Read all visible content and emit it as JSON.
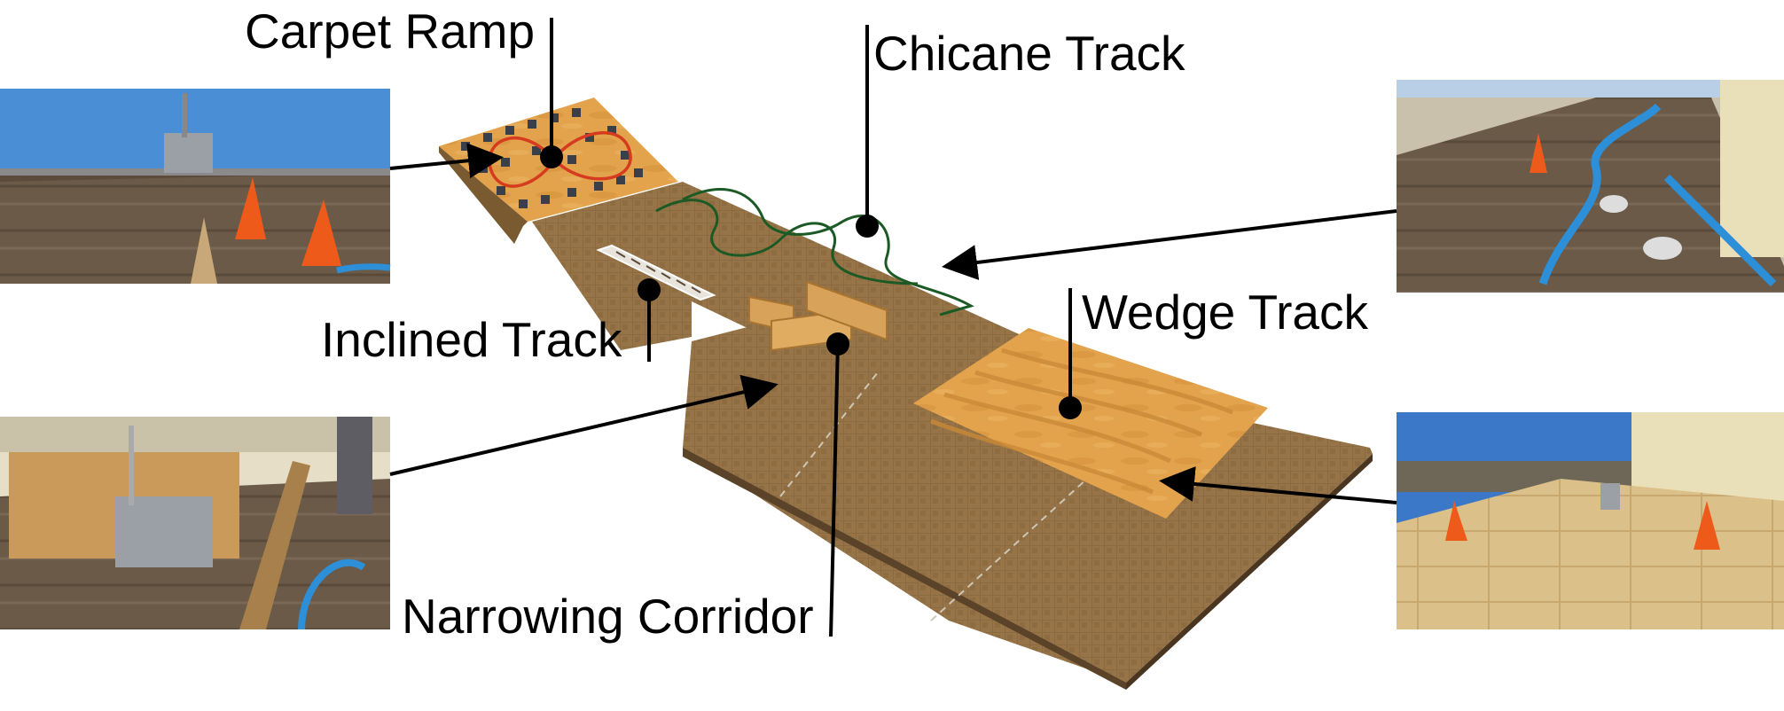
{
  "labels": {
    "carpet_ramp": "Carpet Ramp",
    "chicane_track": "Chicane Track",
    "inclined_track": "Inclined Track",
    "wedge_track": "Wedge Track",
    "narrowing_corridor": "Narrowing Corridor"
  },
  "colors": {
    "deck": "#8a6a40",
    "deck_dark": "#6e5230",
    "plywood": "#e3a24c",
    "chicane_line": "#1c5a25",
    "ramp_loop": "#d63a1f",
    "sky": "#4a8fd6",
    "cone": "#ee5a1a",
    "hose": "#2c8fd8"
  },
  "icons": {
    "marker": "marker-dot-icon",
    "arrow": "arrow-head-icon"
  }
}
